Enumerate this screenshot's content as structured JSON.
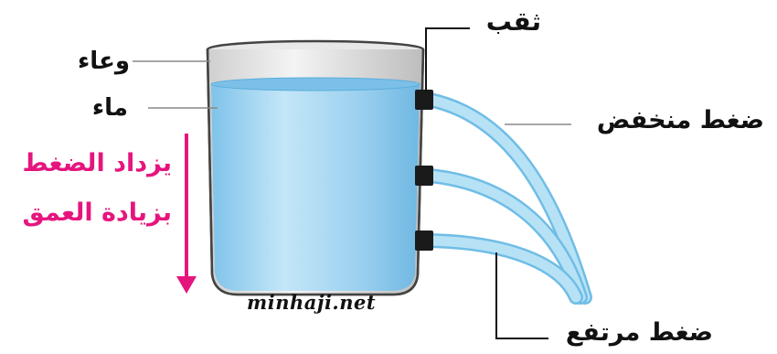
{
  "labels": {
    "container": "وعاء",
    "water": "ماء",
    "hole": "ثقب",
    "low_pressure": "ضغط منخفض",
    "high_pressure": "ضغط مرتفع",
    "pressure_line1": "يزداد الضغط",
    "pressure_line2": "بزيادة العمق"
  },
  "watermark": "minhaji.net",
  "colors": {
    "water": "#9fd2ef",
    "jet": "#a9dcf2",
    "annotation": "#e6157e",
    "nozzle": "#1a1a1a"
  }
}
